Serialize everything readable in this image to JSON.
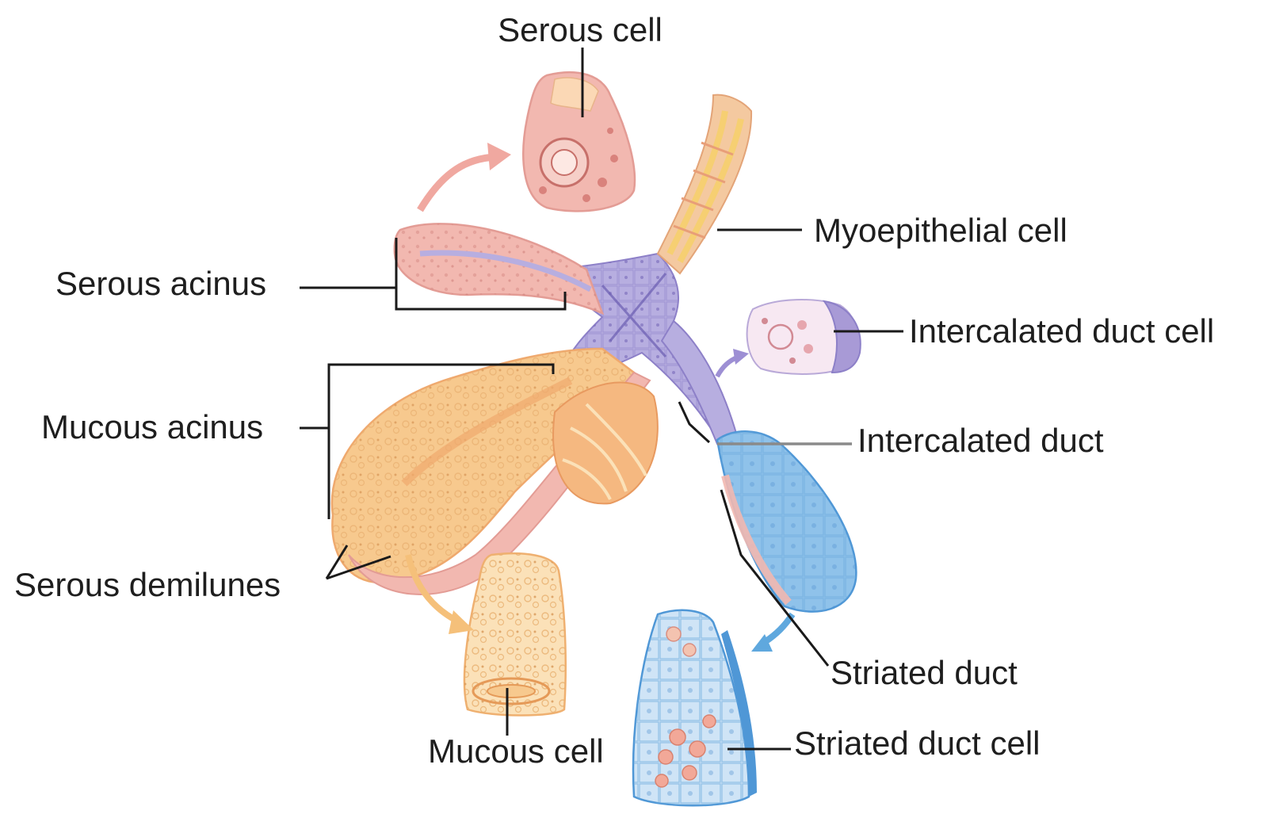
{
  "labels": {
    "serous_cell": "Serous cell",
    "myoepithelial_cell": "Myoepithelial cell",
    "serous_acinus": "Serous acinus",
    "intercalated_duct_cell": "Intercalated duct cell",
    "mucous_acinus": "Mucous acinus",
    "intercalated_duct": "Intercalated duct",
    "serous_demilunes": "Serous demilunes",
    "striated_duct": "Striated duct",
    "mucous_cell": "Mucous cell",
    "striated_duct_cell": "Striated duct cell"
  },
  "colors": {
    "serous_pink": "#f2b8b0",
    "serous_edge": "#e39c95",
    "mucous_orange": "#f7c98e",
    "mucous_light": "#fbe1b8",
    "duct_purple": "#b7aee0",
    "duct_purple_dark": "#8d80c8",
    "striated_blue": "#8fc2ea",
    "striated_blue_dark": "#4f97d6",
    "myo_yellow": "#f6d06a",
    "arrow_pink": "#f0a8a0",
    "arrow_orange": "#f5c07a",
    "arrow_blue": "#5fa8de",
    "arrow_purple": "#9d8fd4"
  }
}
